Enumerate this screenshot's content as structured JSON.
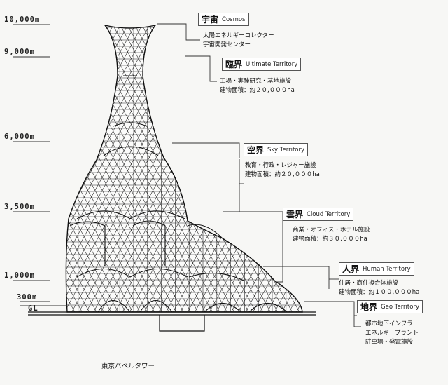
{
  "altitudes": [
    {
      "label": "10,000m",
      "value": 10000
    },
    {
      "label": "9,000m",
      "value": 9000
    },
    {
      "label": "6,000m",
      "value": 6000
    },
    {
      "label": "3,500m",
      "value": 3500
    },
    {
      "label": "1,000m",
      "value": 1000
    },
    {
      "label": "300m",
      "value": 300
    },
    {
      "label": "GL",
      "value": 0
    }
  ],
  "zones": [
    {
      "jp": "宇宙",
      "en": "Cosmos",
      "lines": [
        "太陽エネルギーコレクター",
        "宇宙開発センター"
      ]
    },
    {
      "jp": "臨界",
      "en": "Ultimate Territory",
      "lines": [
        "工場・実験研究・基地施設",
        "建物面積：約２０,０００ha"
      ]
    },
    {
      "jp": "空界",
      "en": "Sky Territory",
      "lines": [
        "教育・行政・レジャー施設",
        "建物面積：約２０,０００ha"
      ]
    },
    {
      "jp": "雲界",
      "en": "Cloud Territory",
      "lines": [
        "商業・オフィス・ホテル施設",
        "建物面積：約３０,０００ha"
      ]
    },
    {
      "jp": "人界",
      "en": "Human Territory",
      "lines": [
        "住居・商住複合体施設",
        "建物面積：約１００,０００ha"
      ]
    },
    {
      "jp": "地界",
      "en": "Geo Territory",
      "lines": [
        "都市地下インフラ",
        "エネルギープラント",
        "駐車場・発電施設"
      ]
    }
  ],
  "caption": "東京バベルタワー",
  "colors": {
    "line": "#1e1e1e",
    "leader": "#333333",
    "background": "#f7f7f5"
  }
}
